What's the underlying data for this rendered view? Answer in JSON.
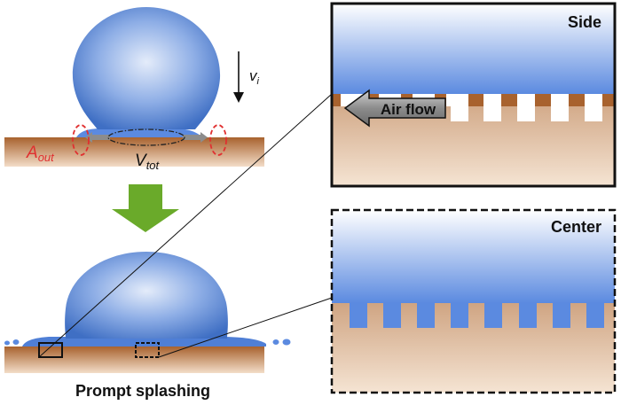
{
  "labels": {
    "velocity_symbol": "v",
    "velocity_subscript": "i",
    "area_symbol": "A",
    "area_subscript": "out",
    "volume_symbol": "V",
    "volume_subscript": "tot",
    "air_flow": "Air flow",
    "side_panel_title": "Side",
    "center_panel_title": "Center",
    "caption": "Prompt splashing"
  },
  "colors": {
    "droplet_light": "#e4ecfa",
    "droplet_mid": "#8eaee6",
    "droplet_dark": "#3f6fc4",
    "substrate_dark": "#a8622e",
    "substrate_light": "#f3ddc8",
    "arrow_green": "#6aaa2a",
    "annotation_red": "#e03030",
    "arrow_gray": "#8c8c8c"
  },
  "icons": {
    "transition_arrow": "down-arrow-icon",
    "air_flow_arrow": "left-arrow-icon"
  }
}
